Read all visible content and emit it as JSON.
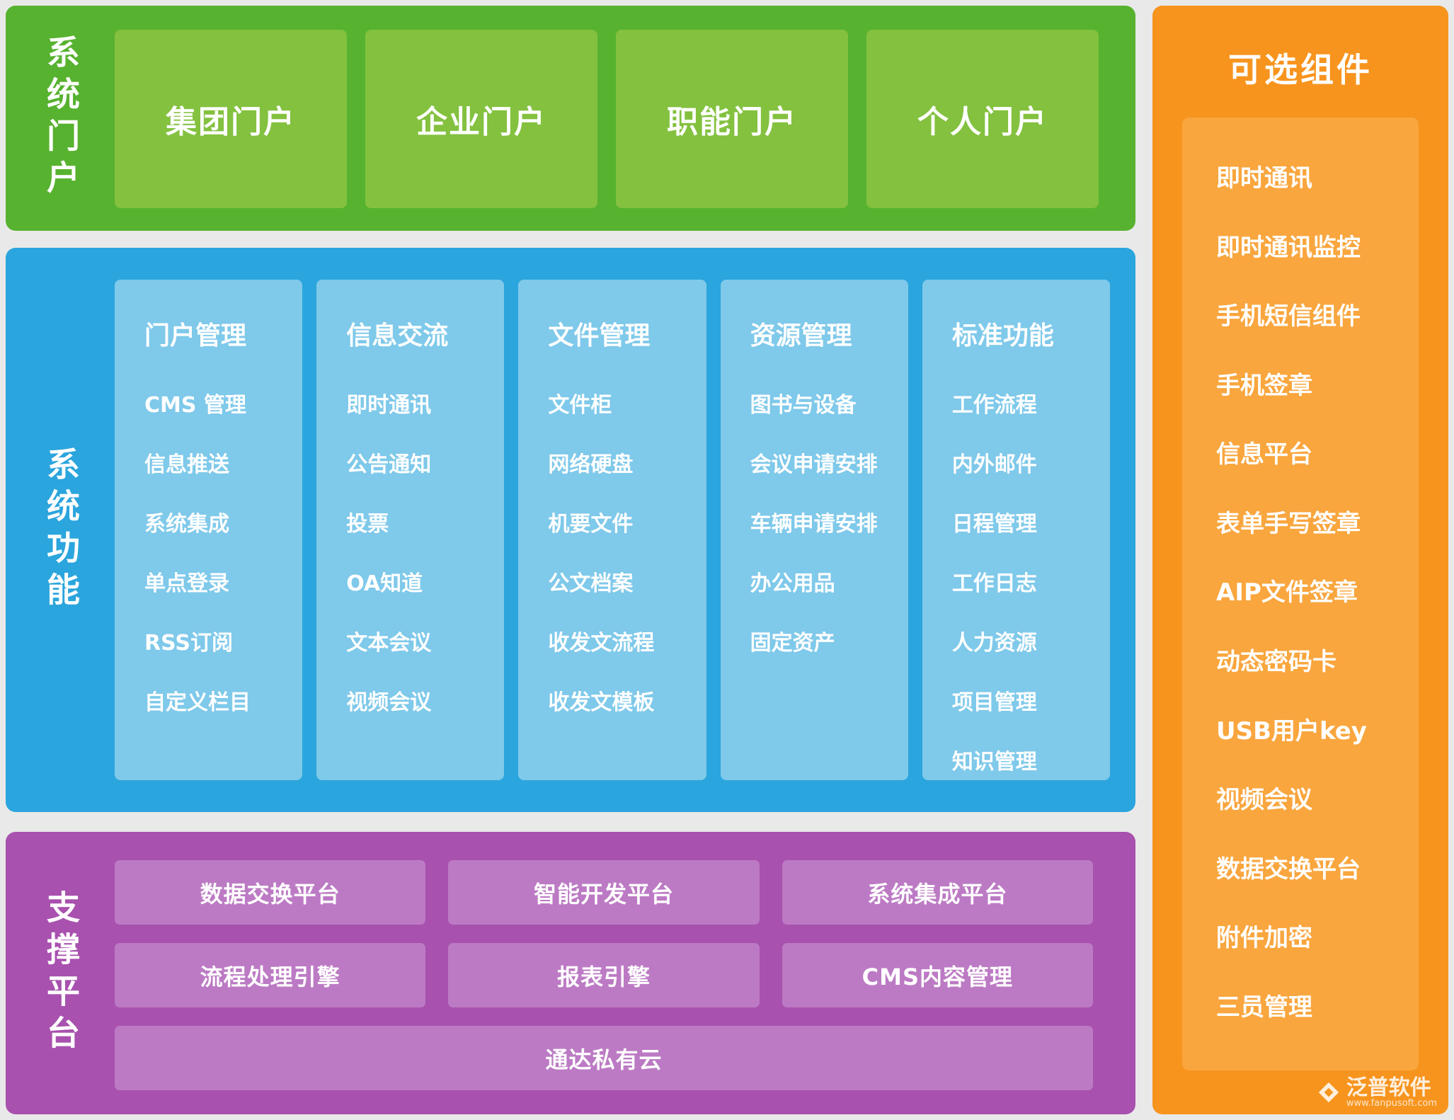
{
  "colors": {
    "background": "#e9e9e9",
    "text_color": "#ffffff",
    "portal_section_bg": "#57b22f",
    "portal_box_bg": "#83c13f",
    "functions_section_bg": "#2ba5dd",
    "functions_column_bg": "#7fc9ea",
    "platform_section_bg": "#a851ae",
    "platform_box_bg": "#bc7ac4",
    "components_section_bg": "#f7941e",
    "components_panel_bg": "#f9a63e"
  },
  "portal_section": {
    "title": "系统门户",
    "items": [
      "集团门户",
      "企业门户",
      "职能门户",
      "个人门户"
    ]
  },
  "functions_section": {
    "title": "系统功能",
    "columns": [
      {
        "header": "门户管理",
        "items": [
          "CMS 管理",
          "信息推送",
          "系统集成",
          "单点登录",
          "RSS订阅",
          "自定义栏目"
        ]
      },
      {
        "header": "信息交流",
        "items": [
          "即时通讯",
          "公告通知",
          "投票",
          "OA知道",
          "文本会议",
          "视频会议"
        ]
      },
      {
        "header": "文件管理",
        "items": [
          "文件柜",
          "网络硬盘",
          "机要文件",
          "公文档案",
          "收发文流程",
          "收发文模板"
        ]
      },
      {
        "header": "资源管理",
        "items": [
          "图书与设备",
          "会议申请安排",
          "车辆申请安排",
          "办公用品",
          "固定资产"
        ]
      },
      {
        "header": "标准功能",
        "items": [
          "工作流程",
          "内外邮件",
          "日程管理",
          "工作日志",
          "人力资源",
          "项目管理",
          "知识管理"
        ]
      }
    ]
  },
  "platform_section": {
    "title": "支撑平台",
    "rows": [
      [
        "数据交换平台",
        "智能开发平台",
        "系统集成平台"
      ],
      [
        "流程处理引擎",
        "报表引擎",
        "CMS内容管理"
      ]
    ],
    "full_width_item": "通达私有云"
  },
  "components_section": {
    "title": "可选组件",
    "items": [
      "即时通讯",
      "即时通讯监控",
      "手机短信组件",
      "手机签章",
      "信息平台",
      "表单手写签章",
      "AIP文件签章",
      "动态密码卡",
      "USB用户key",
      "视频会议",
      "数据交换平台",
      "附件加密",
      "三员管理"
    ]
  },
  "watermark": {
    "logo_icon": "fanpu-logo",
    "name": "泛普软件",
    "url": "www.fanpusoft.com"
  }
}
